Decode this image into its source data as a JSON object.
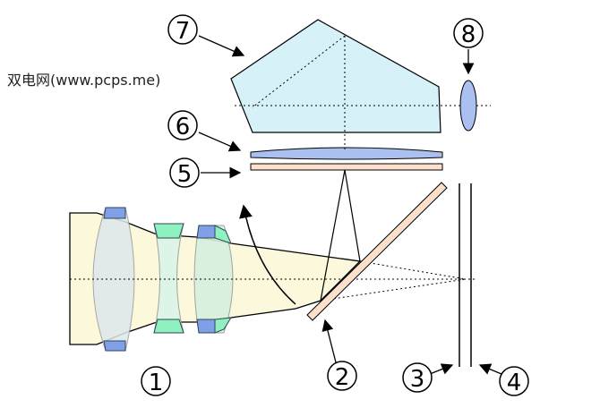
{
  "labels": [
    "1",
    "2",
    "3",
    "4",
    "5",
    "6",
    "7",
    "8"
  ],
  "watermark": "双电网(www.pcps.me)",
  "colors": {
    "prism": "#d6f1f8",
    "lens_blue": "#7fa0e8",
    "lens_green": "#8ff0c0",
    "light": "#fbf8dc",
    "film": "#fde0cc"
  }
}
